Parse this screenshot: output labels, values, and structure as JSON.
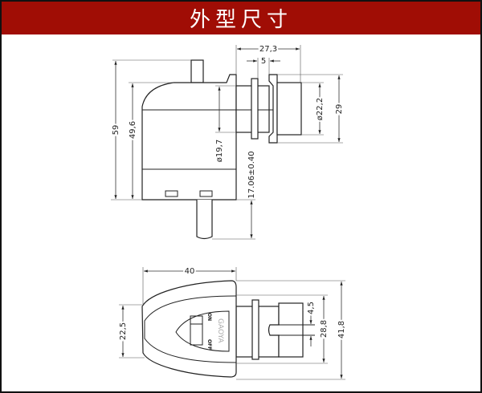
{
  "header": {
    "title": "外型尺寸",
    "color": "#a00d05"
  },
  "side_view": {
    "dims": {
      "height_total": "59",
      "height_body": "49,6",
      "shaft_dia": "ø19,7",
      "pin_length": "17.06±0.40",
      "head_length": "27,3",
      "flange_gap": "5",
      "cap_dia": "ø22,2",
      "nut_size": "29"
    }
  },
  "front_view": {
    "dims": {
      "width": "40",
      "face_height": "22,5",
      "pin_width": "4,5",
      "inner_height": "28,8",
      "total_height": "41,8"
    },
    "labels": {
      "brand": "GAOYA",
      "on": "ON",
      "off": "OFF"
    }
  }
}
